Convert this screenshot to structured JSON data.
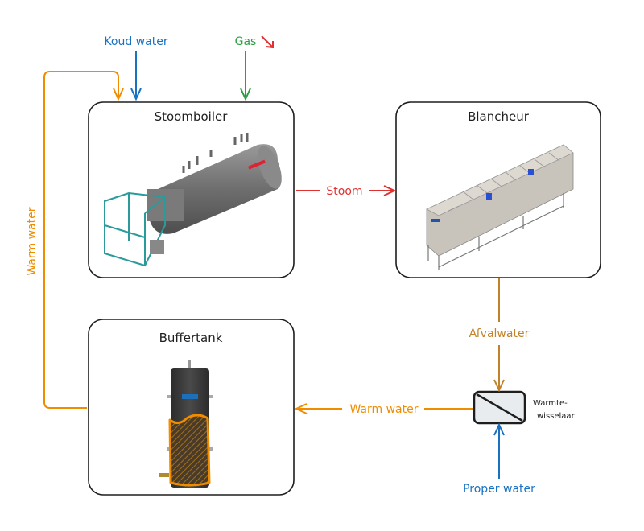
{
  "colors": {
    "blue": "#1971c2",
    "green": "#2f9e44",
    "red": "#e03131",
    "orange": "#f08c00",
    "brown": "#c2822a",
    "stroke": "#1e1e1e",
    "hx_fill": "#e9ecef"
  },
  "nodes": {
    "stoomboiler": {
      "title": "Stoomboiler"
    },
    "blancheur": {
      "title": "Blancheur"
    },
    "buffertank": {
      "title": "Buffertank"
    },
    "warmtewisselaar": {
      "line1": "Warmte-",
      "line2": "wisselaar"
    }
  },
  "flows": {
    "koud_water": "Koud water",
    "gas": "Gas",
    "stoom": "Stoom",
    "afvalwater": "Afvalwater",
    "warm_water_return": "Warm water",
    "warm_water_loop": "Warm water",
    "proper_water": "Proper water"
  }
}
